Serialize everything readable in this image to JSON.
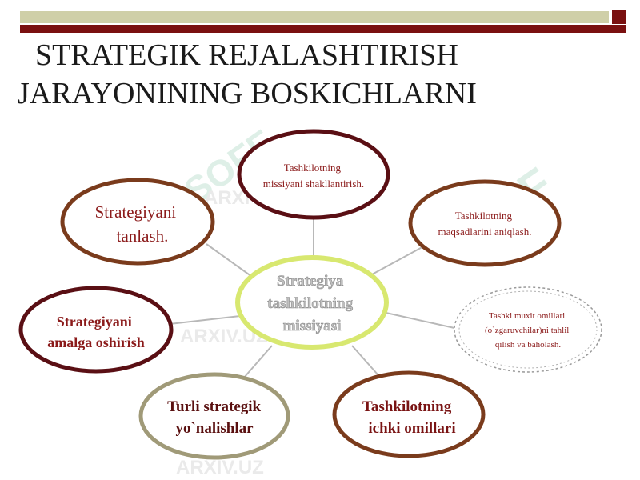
{
  "slide": {
    "title_line1": "STRATEGIK REJALASHTIRISH",
    "title_line2": "JARAYONINING BOSKICHLARNI"
  },
  "diagram": {
    "center": {
      "lines": [
        "Strategiya",
        "tashkilotning",
        "missiyasi"
      ]
    },
    "nodes": [
      {
        "id": "mission",
        "lines": [
          "Tashkilotning",
          "missiyani shakllantirish."
        ]
      },
      {
        "id": "goals",
        "lines": [
          "Tashkilotning",
          "maqsadlarini aniqlash."
        ]
      },
      {
        "id": "external",
        "lines": [
          "Tashki muxit omillari",
          "(o`zgaruvchilar)ni tahlil",
          "qilish va baholash."
        ]
      },
      {
        "id": "internal",
        "lines": [
          "Tashkilotning",
          "ichki omillari"
        ]
      },
      {
        "id": "directions",
        "lines": [
          "Turli strategik",
          "yo`nalishlar"
        ]
      },
      {
        "id": "implement",
        "lines": [
          "Strategiyani",
          "amalga oshirish"
        ]
      },
      {
        "id": "choose",
        "lines": [
          "Strategiyani",
          "tanlash."
        ]
      }
    ],
    "colors": {
      "dark_red": "#5a0f14",
      "brown": "#7a3b1c",
      "olive": "#a09a78",
      "center_ring": "#d8e870",
      "text_red": "#8b1a1a",
      "text_dark": "#5a1010"
    }
  },
  "watermark": {
    "text": "ARXIV.UZ"
  }
}
